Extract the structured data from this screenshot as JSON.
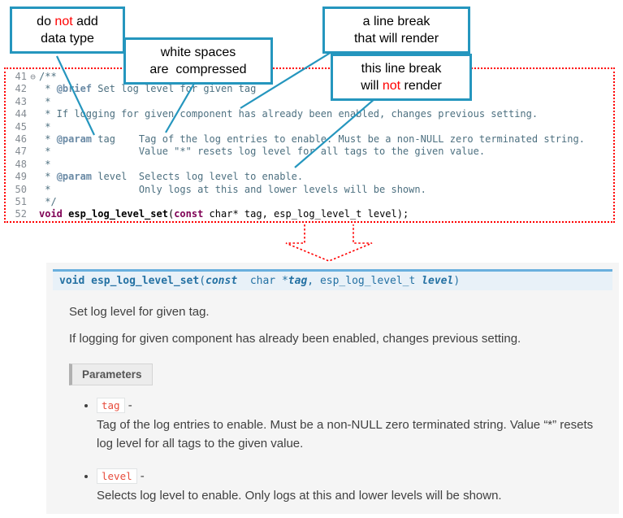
{
  "colors": {
    "accent_teal": "#2596be",
    "alert_red": "#ff0000",
    "comment": "#4d7080",
    "doc_tag": "#6a8aa5",
    "keyword": "#7f0055",
    "sig_blue": "#2471a3",
    "sig_border": "#6ab0de",
    "badge_red": "#e74c3c"
  },
  "callouts": [
    {
      "id": "c1",
      "lines": [
        [
          {
            "t": "do "
          },
          {
            "t": "not",
            "red": true
          },
          {
            "t": " add"
          }
        ],
        [
          {
            "t": "data type"
          }
        ]
      ]
    },
    {
      "id": "c2",
      "lines": [
        [
          {
            "t": "white spaces"
          }
        ],
        [
          {
            "t": "are  compressed"
          }
        ]
      ]
    },
    {
      "id": "c3",
      "lines": [
        [
          {
            "t": "a line break"
          }
        ],
        [
          {
            "t": "that will render"
          }
        ]
      ]
    },
    {
      "id": "c4",
      "lines": [
        [
          {
            "t": "this line break"
          }
        ],
        [
          {
            "t": "will "
          },
          {
            "t": "not",
            "red": true
          },
          {
            "t": " render"
          }
        ]
      ]
    }
  ],
  "editor": {
    "lines": [
      {
        "num": "41",
        "fold": "⊖",
        "segs": [
          {
            "t": "/**",
            "c": "cm"
          }
        ]
      },
      {
        "num": "42",
        "segs": [
          {
            "t": " * ",
            "c": "cm"
          },
          {
            "t": "@brief",
            "c": "tg"
          },
          {
            "t": " Set log level for given tag",
            "c": "cm"
          }
        ]
      },
      {
        "num": "43",
        "segs": [
          {
            "t": " *",
            "c": "cm"
          }
        ]
      },
      {
        "num": "44",
        "segs": [
          {
            "t": " * If logging for given component has already been enabled, changes previous setting.",
            "c": "cm"
          }
        ]
      },
      {
        "num": "45",
        "segs": [
          {
            "t": " *",
            "c": "cm"
          }
        ]
      },
      {
        "num": "46",
        "segs": [
          {
            "t": " * ",
            "c": "cm"
          },
          {
            "t": "@param",
            "c": "tg"
          },
          {
            "t": " tag    Tag of the log entries to enable. Must be a non-NULL zero terminated string.",
            "c": "cm"
          }
        ]
      },
      {
        "num": "47",
        "segs": [
          {
            "t": " *               Value \"*\" resets log level for all tags to the given value.",
            "c": "cm"
          }
        ]
      },
      {
        "num": "48",
        "segs": [
          {
            "t": " *",
            "c": "cm"
          }
        ]
      },
      {
        "num": "49",
        "segs": [
          {
            "t": " * ",
            "c": "cm"
          },
          {
            "t": "@param",
            "c": "tg"
          },
          {
            "t": " level  Selects log level to enable.",
            "c": "cm"
          }
        ]
      },
      {
        "num": "50",
        "segs": [
          {
            "t": " *               Only logs at this and lower levels will be shown.",
            "c": "cm"
          }
        ]
      },
      {
        "num": "51",
        "segs": [
          {
            "t": " */",
            "c": "cm"
          }
        ]
      },
      {
        "num": "52",
        "segs": [
          {
            "t": "void",
            "c": "kw"
          },
          {
            "t": " ",
            "c": "pl"
          },
          {
            "t": "esp_log_level_set",
            "c": "fn"
          },
          {
            "t": "(",
            "c": "pl"
          },
          {
            "t": "const",
            "c": "kw"
          },
          {
            "t": " char* tag, esp_log_level_t level);",
            "c": "pl"
          }
        ]
      }
    ]
  },
  "docs": {
    "signature": {
      "segments": [
        {
          "t": "void ",
          "c": "sb"
        },
        {
          "t": "esp_log_level_set",
          "c": "sb"
        },
        {
          "t": "(",
          "c": "sn"
        },
        {
          "t": "const",
          "c": "sbi"
        },
        {
          "t": "  char *",
          "c": "sn"
        },
        {
          "t": "tag",
          "c": "sbi"
        },
        {
          "t": ", ",
          "c": "sn"
        },
        {
          "t": "esp_log_level_t ",
          "c": "sn"
        },
        {
          "t": "level",
          "c": "sbi"
        },
        {
          "t": ")",
          "c": "sn"
        }
      ]
    },
    "paragraphs": [
      "Set log level for given tag.",
      "If logging for given component has already been enabled, changes previous setting."
    ],
    "parameters_label": "Parameters",
    "params": [
      {
        "name": "tag",
        "dash": "-",
        "desc": "Tag of the log entries to enable. Must be a non-NULL zero terminated string. Value “*” resets log level for all tags to the given value."
      },
      {
        "name": "level",
        "dash": "-",
        "desc": "Selects log level to enable. Only logs at this and lower levels will be shown."
      }
    ]
  }
}
